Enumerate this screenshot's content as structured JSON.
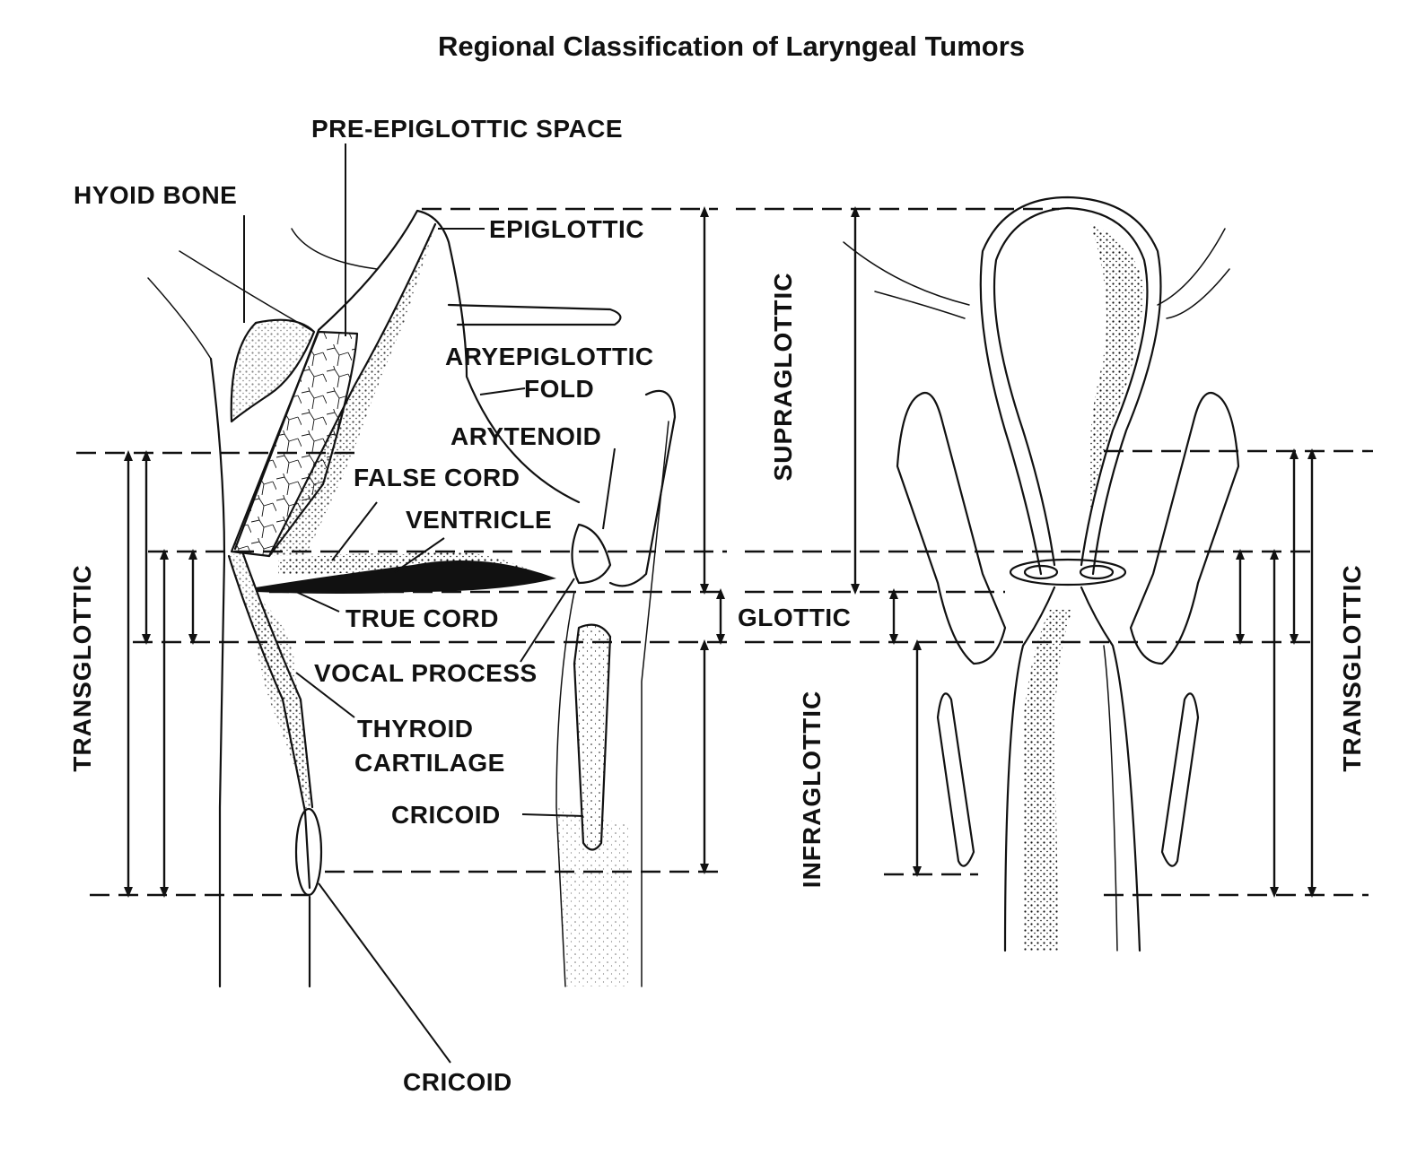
{
  "title": "Regional Classification of Laryngeal Tumors",
  "labels": {
    "pre_epiglottic_space": "PRE-EPIGLOTTIC SPACE",
    "hyoid_bone": "HYOID BONE",
    "epiglottic": "EPIGLOTTIC",
    "aryepiglottic_line1": "ARYEPIGLOTTIC",
    "aryepiglottic_line2": "FOLD",
    "arytenoid": "ARYTENOID",
    "false_cord": "FALSE CORD",
    "ventricle": "VENTRICLE",
    "true_cord": "TRUE CORD",
    "vocal_process": "VOCAL PROCESS",
    "thyroid_line1": "THYROID",
    "thyroid_line2": "CARTILAGE",
    "cricoid_inner": "CRICOID",
    "cricoid_bottom": "CRICOID"
  },
  "regions": {
    "supraglottic": "SUPRAGLOTTIC",
    "glottic": "GLOTTIC",
    "infraglottic": "INFRAGLOTTIC",
    "transglottic_left": "TRANSGLOTTIC",
    "transglottic_right": "TRANSGLOTTIC"
  }
}
